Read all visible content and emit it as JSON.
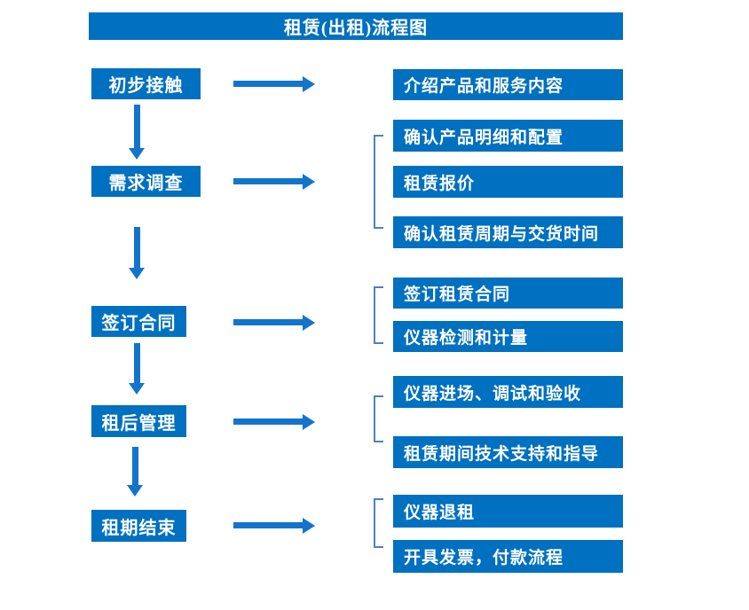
{
  "title": "租赁(出租)流程图",
  "colors": {
    "box_blue": "#0070c0",
    "arrow_blue": "#1374cc",
    "bracket_blue": "#4f81bd",
    "text_white": "#ffffff",
    "background": "#ffffff"
  },
  "steps": [
    {
      "label": "初步接触",
      "outputs": [
        "介绍产品和服务内容"
      ]
    },
    {
      "label": "需求调查",
      "outputs": [
        "确认产品明细和配置",
        "租赁报价",
        "确认租赁周期与交货时间"
      ]
    },
    {
      "label": "签订合同",
      "outputs": [
        "签订租赁合同",
        "仪器检测和计量"
      ]
    },
    {
      "label": "租后管理",
      "outputs": [
        "仪器进场、调试和验收",
        "租赁期间技术支持和指导"
      ]
    },
    {
      "label": "租期结束",
      "outputs": [
        "仪器退租",
        "开具发票，付款流程"
      ]
    }
  ]
}
